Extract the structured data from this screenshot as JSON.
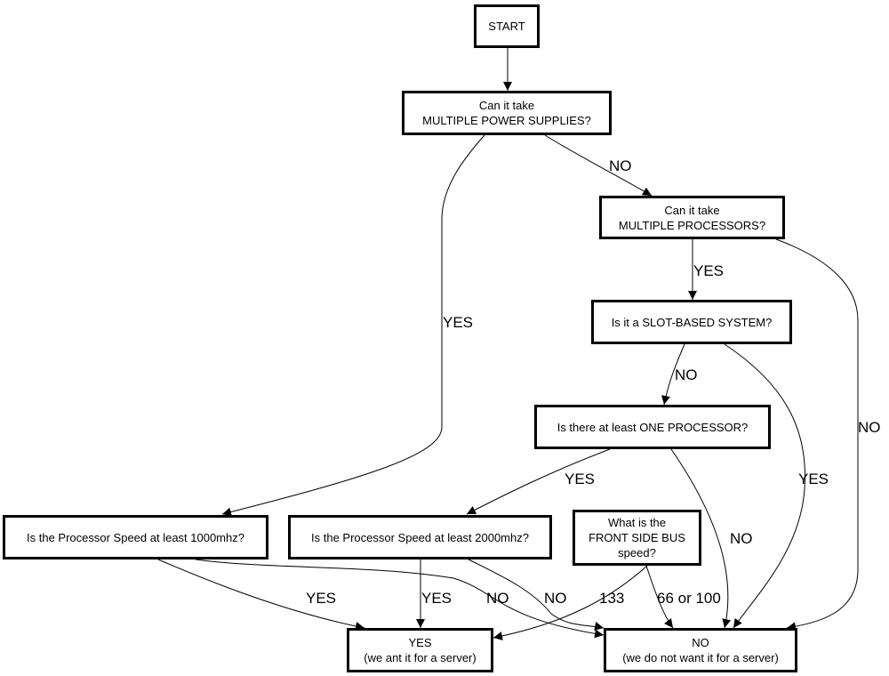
{
  "title": "Server decision flowchart",
  "nodes": {
    "start": {
      "text": "START"
    },
    "power": {
      "text": "Can it take\nMULTIPLE POWER SUPPLIES?"
    },
    "multiproc": {
      "text": "Can it take\nMULTIPLE PROCESSORS?"
    },
    "slot": {
      "text": "Is it a SLOT-BASED SYSTEM?"
    },
    "oneproc": {
      "text": "Is there at least ONE PROCESSOR?"
    },
    "speed1000": {
      "text": "Is the Processor Speed at least 1000mhz?"
    },
    "speed2000": {
      "text": "Is the Processor Speed at least 2000mhz?"
    },
    "fsb": {
      "text": "What is the\nFRONT SIDE BUS\nspeed?"
    },
    "yes_end": {
      "text": "YES\n(we ant it for a server)"
    },
    "no_end": {
      "text": "NO\n(we do not want it for a server)"
    }
  },
  "edges": [
    {
      "from": "start",
      "to": "power",
      "label": ""
    },
    {
      "from": "power",
      "to": "multiproc",
      "label": "NO"
    },
    {
      "from": "power",
      "to": "speed1000",
      "label": "YES"
    },
    {
      "from": "multiproc",
      "to": "slot",
      "label": "YES"
    },
    {
      "from": "multiproc",
      "to": "no_end",
      "label": "NO"
    },
    {
      "from": "slot",
      "to": "oneproc",
      "label": "NO"
    },
    {
      "from": "slot",
      "to": "no_end",
      "label": "YES"
    },
    {
      "from": "oneproc",
      "to": "speed2000",
      "label": "YES"
    },
    {
      "from": "oneproc",
      "to": "no_end",
      "label": "NO"
    },
    {
      "from": "speed1000",
      "to": "yes_end",
      "label": "YES"
    },
    {
      "from": "speed1000",
      "to": "no_end",
      "label": "NO"
    },
    {
      "from": "speed2000",
      "to": "yes_end",
      "label": "YES"
    },
    {
      "from": "speed2000",
      "to": "no_end",
      "label": "NO"
    },
    {
      "from": "fsb",
      "to": "yes_end",
      "label": "133"
    },
    {
      "from": "fsb",
      "to": "no_end",
      "label": "66 or 100"
    }
  ]
}
